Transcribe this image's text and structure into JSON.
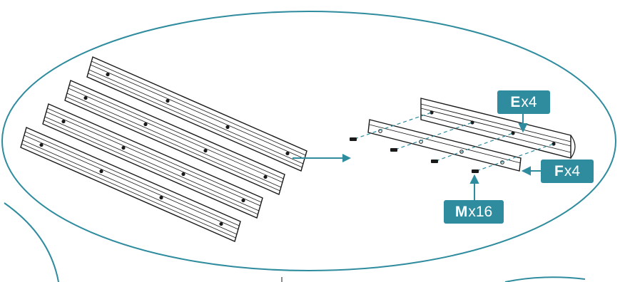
{
  "colors": {
    "accent": "#2e8c9e",
    "line": "#1a1a1a",
    "background": "#ffffff"
  },
  "callouts": {
    "e": {
      "letter": "E",
      "qty": "x4"
    },
    "f": {
      "letter": "F",
      "qty": "x4"
    },
    "m": {
      "letter": "M",
      "qty": "x16"
    }
  },
  "parts": {
    "rails_count": 4,
    "screws_count": 4
  }
}
